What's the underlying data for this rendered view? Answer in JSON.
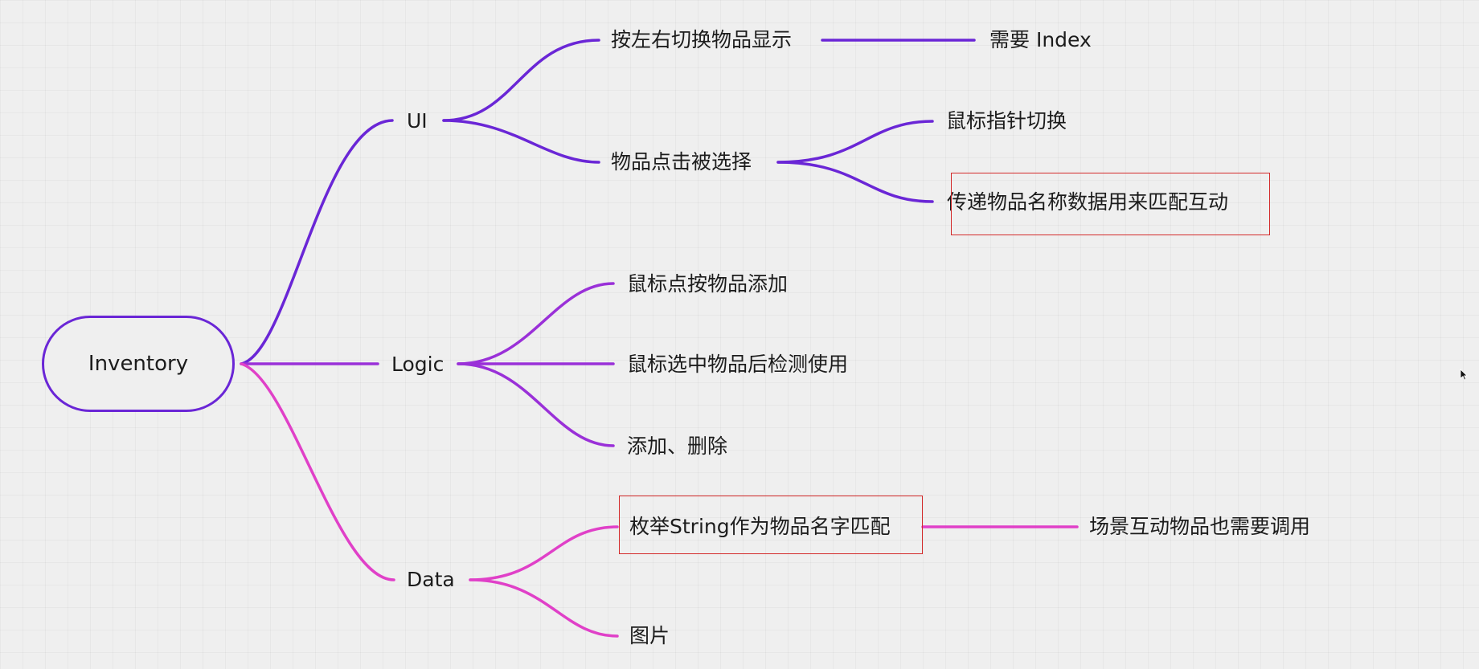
{
  "mindmap": {
    "root": "Inventory",
    "branches": {
      "ui": {
        "label": "UI",
        "color": "#6a26d6",
        "items": {
          "switch_display": "按左右切换物品显示",
          "needs_index": "需要 Index",
          "click_select": "物品点击被选择",
          "cursor_switch": "鼠标指针切换",
          "pass_name": "传递物品名称数据用来匹配互动"
        }
      },
      "logic": {
        "label": "Logic",
        "color": "#9a30d8",
        "items": {
          "click_add": "鼠标点按物品添加",
          "select_detect": "鼠标选中物品后检测使用",
          "add_delete": "添加、删除"
        }
      },
      "data": {
        "label": "Data",
        "color": "#e040c8",
        "items": {
          "enum_string": "枚举String作为物品名字匹配",
          "scene_call": "场景互动物品也需要调用",
          "image": "图片"
        }
      }
    },
    "highlight_color": "#d32a2a"
  }
}
